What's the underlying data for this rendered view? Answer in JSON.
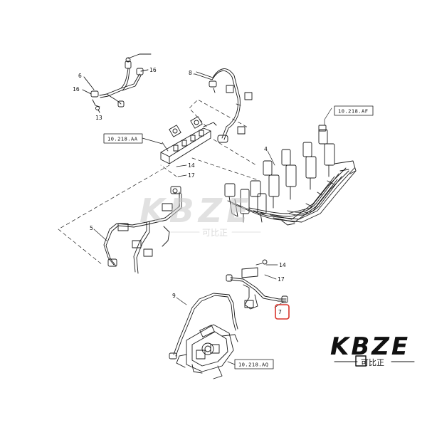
{
  "callouts": {
    "c6": "6",
    "c16a": "16",
    "c16b": "16",
    "c13": "13",
    "c8": "8",
    "c4": "4",
    "c14a": "14",
    "c17a": "17",
    "c5": "5",
    "c14b": "14",
    "c17b": "17",
    "c9": "9",
    "c7": "7"
  },
  "refs": {
    "aa": "10.218.AA",
    "af": "10.218.AF",
    "aq": "10.218.AQ"
  },
  "watermark": {
    "center_logo": "KBZE",
    "center_sub": "可比正",
    "corner_logo": "KBZE",
    "corner_sub": "可比正"
  },
  "colors": {
    "line": "#1a1a1a",
    "highlight": "#d9342b",
    "watermark": "#c9c9c9"
  }
}
